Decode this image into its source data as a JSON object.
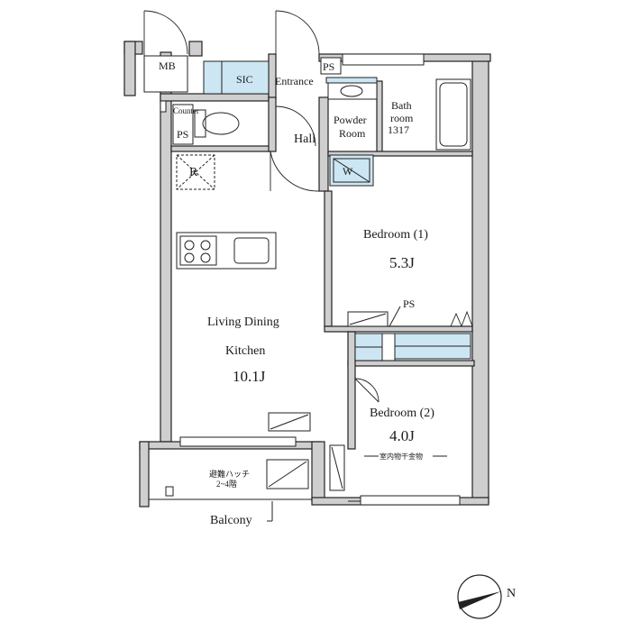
{
  "rooms": {
    "mb": "MB",
    "sic": "SIC",
    "entrance": "Entrance",
    "ps_top": "PS",
    "counter": "Counter",
    "ps_left": "PS",
    "hall": "Hall",
    "powder_line1": "Powder",
    "powder_line2": "Room",
    "bath_line1": "Bath",
    "bath_line2": "room",
    "bath_size": "1317",
    "washer": "W",
    "refrigerator": "R",
    "bedroom1_name": "Bedroom (1)",
    "bedroom1_size": "5.3J",
    "ps_mid": "PS",
    "ldk_line1": "Living Dining",
    "ldk_line2": "Kitchen",
    "ldk_size": "10.1J",
    "bedroom2_name": "Bedroom (2)",
    "bedroom2_size": "4.0J",
    "drying_hardware": "室内物干金物",
    "hatch_line1": "避難ハッチ",
    "hatch_line2": "2~4階",
    "balcony": "Balcony",
    "north": "N"
  }
}
